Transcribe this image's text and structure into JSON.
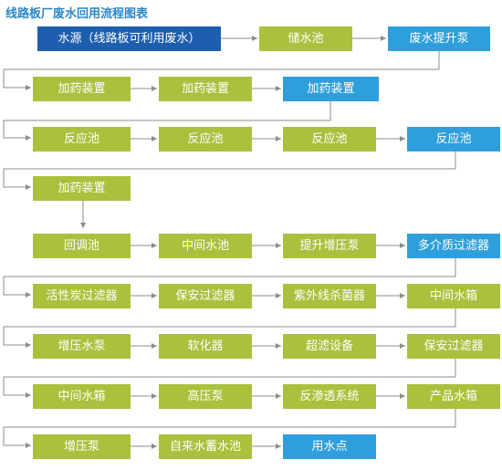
{
  "title": "线路板厂废水回用流程图表",
  "colors": {
    "green": "#a9c13d",
    "blue": "#2e9fdb",
    "dark_blue": "#1d5fae",
    "arrow": "#8c8c8c",
    "title": "#2a87c8"
  },
  "rows": [
    [
      "水源（线路板可利用废水）",
      "储水池",
      "废水提升泵"
    ],
    [
      "加药装置",
      "加药装置",
      "加药装置"
    ],
    [
      "反应池",
      "反应池",
      "反应池",
      "反应池"
    ],
    [
      "加药装置"
    ],
    [
      "回调池",
      "中间水池",
      "提升增压泵",
      "多介质过滤器"
    ],
    [
      "活性炭过滤器",
      "保安过滤器",
      "紫外线杀菌器",
      "中间水箱"
    ],
    [
      "增压水泵",
      "软化器",
      "超滤设备",
      "保安过滤器"
    ],
    [
      "中间水箱",
      "高压泵",
      "反渗透系统",
      "产品水箱"
    ],
    [
      "增压泵",
      "自来水蓄水池",
      "用水点"
    ]
  ]
}
